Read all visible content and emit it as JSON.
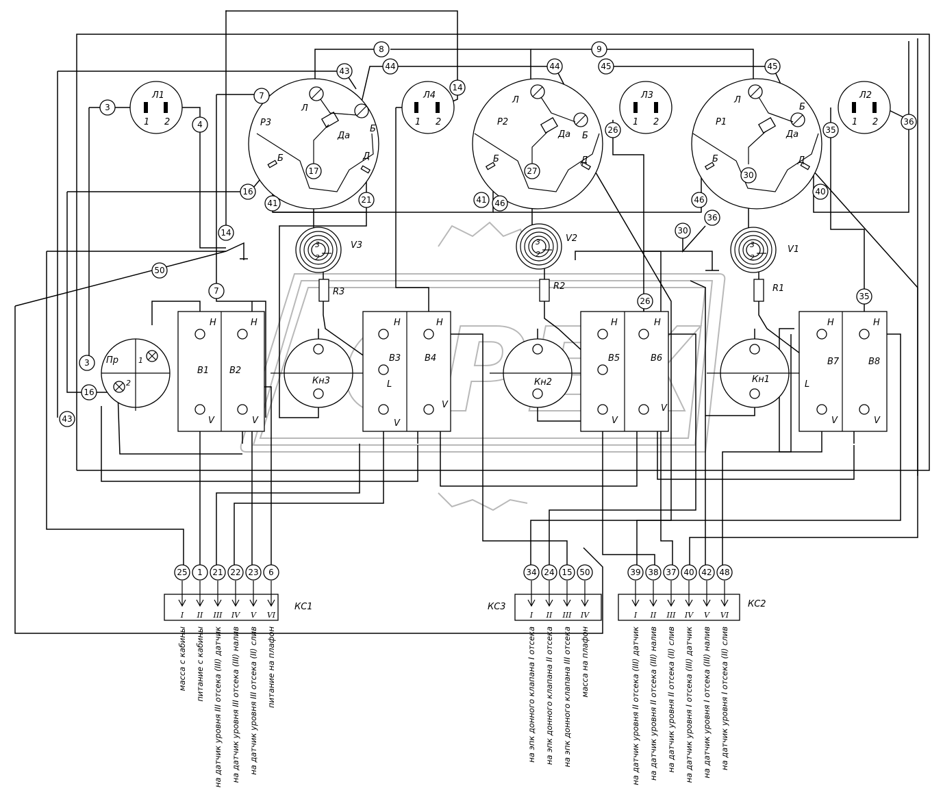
{
  "labels": {
    "L1": "Л1",
    "L2": "Л2",
    "L3": "Л3",
    "L4": "Л4",
    "R1": "Р1",
    "R2": "Р2",
    "R3": "Р3",
    "V1": "V1",
    "V2": "V2",
    "V3": "V3",
    "r1": "R1",
    "r2": "R2",
    "r3": "R3",
    "Kn1": "Кн1",
    "Kn2": "Кн2",
    "Kn3": "Кн3",
    "Pr": "Пр",
    "B1": "В1",
    "B2": "В2",
    "B3": "В3",
    "B4": "В4",
    "B5": "В5",
    "B6": "В6",
    "B7": "В7",
    "B8": "В8",
    "KS1": "КС1",
    "KS2": "КС2",
    "KS3": "КС3",
    "H": "Н",
    "Vt": "V",
    "L": "L",
    "Lr": "Л",
    "Br": "Б",
    "Da": "Да",
    "Dr": "Д",
    "one": "1",
    "two": "2",
    "three": "3",
    "wm": "ОРЕХ"
  },
  "ks1": {
    "pins": [
      "25",
      "1",
      "21",
      "22",
      "23",
      "6"
    ],
    "roman": [
      "I",
      "II",
      "III",
      "IV",
      "V",
      "VI"
    ],
    "notes": [
      "масса с кабины",
      "питание с кабины",
      "на датчик уровня III отсека (III) датчик",
      "на датчик уровня III отсека (III) налив",
      "на датчик уровня III отсека (II) слив",
      "питание на плафон"
    ]
  },
  "ks3": {
    "pins": [
      "34",
      "24",
      "15",
      "50"
    ],
    "roman": [
      "I",
      "II",
      "III",
      "IV"
    ],
    "notes": [
      "на эпк донного клапана I отсека",
      "на эпк донного клапана II отсека",
      "на эпк донного клапана III отсека",
      "масса на плафон"
    ]
  },
  "ks2": {
    "pins": [
      "39",
      "38",
      "37",
      "40",
      "42",
      "48"
    ],
    "roman": [
      "I",
      "II",
      "III",
      "IV",
      "V",
      "VI"
    ],
    "notes": [
      "на датчик уровня II отсека (III) датчик",
      "на датчик уровня II отсека (III) налив",
      "на датчик уровня II отсека (II) слив",
      "на датчик уровня I отсека (III) датчик",
      "на датчик уровня I отсека (III) налив",
      "на датчик уровня I отсека (II) слив"
    ]
  },
  "wire_numbers": [
    "3",
    "4",
    "7",
    "8",
    "9",
    "14",
    "16",
    "17",
    "21",
    "26",
    "27",
    "30",
    "35",
    "36",
    "40",
    "41",
    "43",
    "44",
    "45",
    "46",
    "50"
  ]
}
